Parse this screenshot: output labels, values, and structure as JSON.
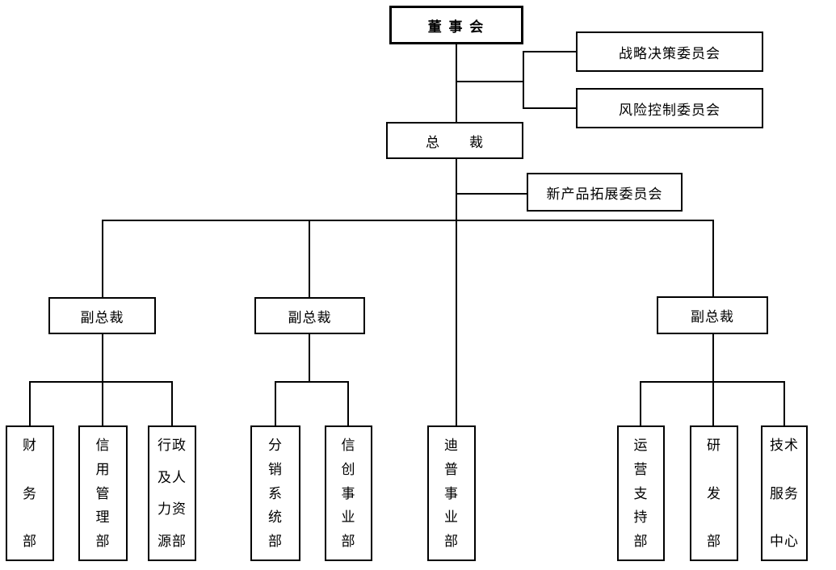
{
  "org_chart": {
    "title": "company organization chart",
    "colors": {
      "background": "#ffffff",
      "line": "#000000",
      "box_border": "#000000",
      "text": "#000000"
    },
    "board": {
      "label": "董 事 会"
    },
    "strategic_committee": {
      "label": "战略决策委员会"
    },
    "risk_committee": {
      "label": "风险控制委员会"
    },
    "president": {
      "label": "总　　裁"
    },
    "new_product_committee": {
      "label": "新产品拓展委员会"
    },
    "vice_presidents": [
      {
        "label": "副总裁"
      },
      {
        "label": "副总裁"
      },
      {
        "label": "副总裁"
      }
    ],
    "departments": [
      {
        "name": "finance",
        "label": "财务部",
        "lines": [
          "财",
          "务",
          "部"
        ],
        "reports_to": "vice_president_1"
      },
      {
        "name": "credit-management",
        "label": "信用管理部",
        "lines": [
          "信",
          "用",
          "管",
          "理",
          "部"
        ],
        "reports_to": "vice_president_1"
      },
      {
        "name": "admin-hr",
        "label": "行政及人力资源部",
        "lines": [
          "行政",
          "及人",
          "力资",
          "源部"
        ],
        "reports_to": "vice_president_1"
      },
      {
        "name": "distribution-system",
        "label": "分销系统部",
        "lines": [
          "分",
          "销",
          "系",
          "统",
          "部"
        ],
        "reports_to": "vice_president_2"
      },
      {
        "name": "xinchuang-business",
        "label": "信创事业部",
        "lines": [
          "信",
          "创",
          "事",
          "业",
          "部"
        ],
        "reports_to": "vice_president_2"
      },
      {
        "name": "dipu-business",
        "label": "迪普事业部",
        "lines": [
          "迪",
          "普",
          "事",
          "业",
          "部"
        ],
        "reports_to": "president"
      },
      {
        "name": "operations-support",
        "label": "运营支持部",
        "lines": [
          "运",
          "营",
          "支",
          "持",
          "部"
        ],
        "reports_to": "vice_president_3"
      },
      {
        "name": "research-development",
        "label": "研发部",
        "lines": [
          "研",
          "发",
          "部"
        ],
        "reports_to": "vice_president_3"
      },
      {
        "name": "tech-service-center",
        "label": "技术服务中心",
        "lines": [
          "技术",
          "服务",
          "中心"
        ],
        "reports_to": "vice_president_3"
      }
    ]
  }
}
